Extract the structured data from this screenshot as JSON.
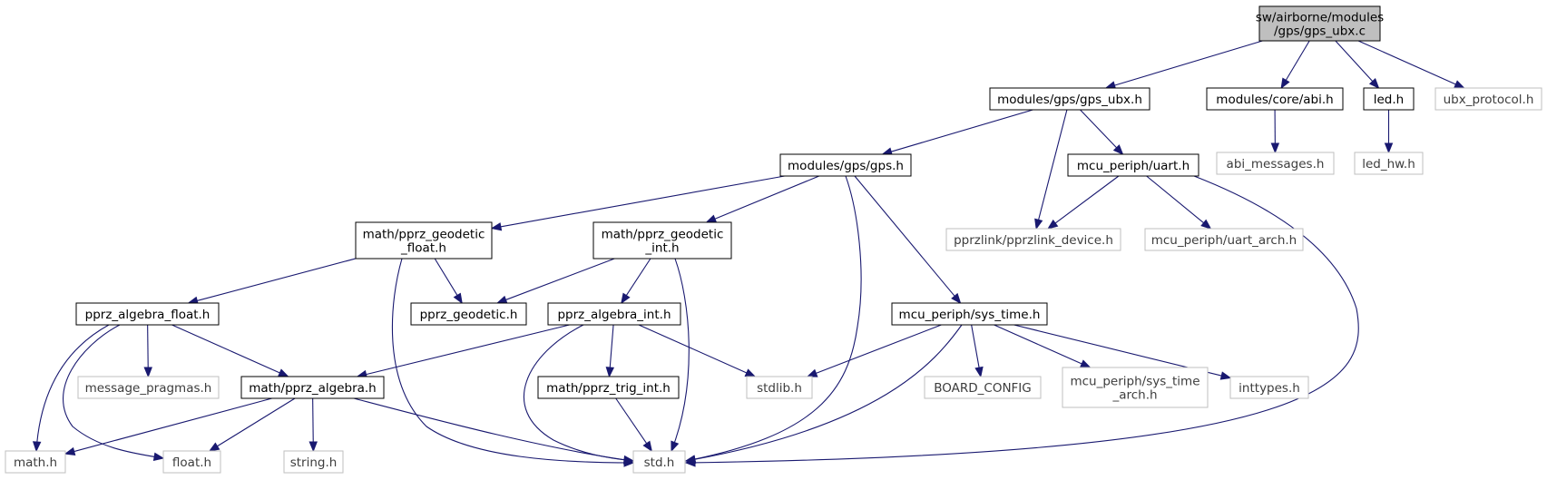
{
  "diagram": {
    "nodes": [
      {
        "id": "gps_ubx_c",
        "lines": [
          "sw/airborne/modules",
          "/gps/gps_ubx.c"
        ],
        "kind": "root"
      },
      {
        "id": "gps_ubx_h",
        "lines": [
          "modules/gps/gps_ubx.h"
        ],
        "kind": "doc"
      },
      {
        "id": "abi_h",
        "lines": [
          "modules/core/abi.h"
        ],
        "kind": "doc"
      },
      {
        "id": "led_h",
        "lines": [
          "led.h"
        ],
        "kind": "doc"
      },
      {
        "id": "ubx_protocol_h",
        "lines": [
          "ubx_protocol.h"
        ],
        "kind": "ext"
      },
      {
        "id": "abi_messages_h",
        "lines": [
          "abi_messages.h"
        ],
        "kind": "ext"
      },
      {
        "id": "led_hw_h",
        "lines": [
          "led_hw.h"
        ],
        "kind": "ext"
      },
      {
        "id": "gps_h",
        "lines": [
          "modules/gps/gps.h"
        ],
        "kind": "doc"
      },
      {
        "id": "uart_h",
        "lines": [
          "mcu_periph/uart.h"
        ],
        "kind": "doc"
      },
      {
        "id": "pprzlink_device_h",
        "lines": [
          "pprzlink/pprzlink_device.h"
        ],
        "kind": "ext"
      },
      {
        "id": "uart_arch_h",
        "lines": [
          "mcu_periph/uart_arch.h"
        ],
        "kind": "ext"
      },
      {
        "id": "geodetic_float_h",
        "lines": [
          "math/pprz_geodetic",
          "_float.h"
        ],
        "kind": "doc"
      },
      {
        "id": "geodetic_int_h",
        "lines": [
          "math/pprz_geodetic",
          "_int.h"
        ],
        "kind": "doc"
      },
      {
        "id": "algebra_float_h",
        "lines": [
          "pprz_algebra_float.h"
        ],
        "kind": "doc"
      },
      {
        "id": "geodetic_h",
        "lines": [
          "pprz_geodetic.h"
        ],
        "kind": "doc"
      },
      {
        "id": "algebra_int_h",
        "lines": [
          "pprz_algebra_int.h"
        ],
        "kind": "doc"
      },
      {
        "id": "sys_time_h",
        "lines": [
          "mcu_periph/sys_time.h"
        ],
        "kind": "doc"
      },
      {
        "id": "message_pragmas_h",
        "lines": [
          "message_pragmas.h"
        ],
        "kind": "ext"
      },
      {
        "id": "algebra_h",
        "lines": [
          "math/pprz_algebra.h"
        ],
        "kind": "doc"
      },
      {
        "id": "trig_int_h",
        "lines": [
          "math/pprz_trig_int.h"
        ],
        "kind": "doc"
      },
      {
        "id": "stdlib_h",
        "lines": [
          "stdlib.h"
        ],
        "kind": "ext"
      },
      {
        "id": "board_config",
        "lines": [
          "BOARD_CONFIG"
        ],
        "kind": "ext"
      },
      {
        "id": "sys_time_arch_h",
        "lines": [
          "mcu_periph/sys_time",
          "_arch.h"
        ],
        "kind": "ext"
      },
      {
        "id": "inttypes_h",
        "lines": [
          "inttypes.h"
        ],
        "kind": "ext"
      },
      {
        "id": "math_h",
        "lines": [
          "math.h"
        ],
        "kind": "ext"
      },
      {
        "id": "float_h",
        "lines": [
          "float.h"
        ],
        "kind": "ext"
      },
      {
        "id": "string_h",
        "lines": [
          "string.h"
        ],
        "kind": "ext"
      },
      {
        "id": "std_h",
        "lines": [
          "std.h"
        ],
        "kind": "ext"
      }
    ],
    "edges": [
      {
        "from": "gps_ubx_c",
        "to": "gps_ubx_h"
      },
      {
        "from": "gps_ubx_c",
        "to": "abi_h"
      },
      {
        "from": "gps_ubx_c",
        "to": "led_h"
      },
      {
        "from": "gps_ubx_c",
        "to": "ubx_protocol_h"
      },
      {
        "from": "abi_h",
        "to": "abi_messages_h"
      },
      {
        "from": "led_h",
        "to": "led_hw_h"
      },
      {
        "from": "gps_ubx_h",
        "to": "gps_h"
      },
      {
        "from": "gps_ubx_h",
        "to": "pprzlink_device_h"
      },
      {
        "from": "gps_ubx_h",
        "to": "uart_h"
      },
      {
        "from": "uart_h",
        "to": "pprzlink_device_h"
      },
      {
        "from": "uart_h",
        "to": "uart_arch_h"
      },
      {
        "from": "uart_h",
        "to": "std_h"
      },
      {
        "from": "gps_h",
        "to": "geodetic_float_h"
      },
      {
        "from": "gps_h",
        "to": "geodetic_int_h"
      },
      {
        "from": "gps_h",
        "to": "std_h"
      },
      {
        "from": "gps_h",
        "to": "sys_time_h"
      },
      {
        "from": "geodetic_float_h",
        "to": "algebra_float_h"
      },
      {
        "from": "geodetic_float_h",
        "to": "geodetic_h"
      },
      {
        "from": "geodetic_float_h",
        "to": "std_h"
      },
      {
        "from": "geodetic_int_h",
        "to": "geodetic_h"
      },
      {
        "from": "geodetic_int_h",
        "to": "algebra_int_h"
      },
      {
        "from": "geodetic_int_h",
        "to": "std_h"
      },
      {
        "from": "algebra_float_h",
        "to": "math_h"
      },
      {
        "from": "algebra_float_h",
        "to": "float_h"
      },
      {
        "from": "algebra_float_h",
        "to": "message_pragmas_h"
      },
      {
        "from": "algebra_float_h",
        "to": "algebra_h"
      },
      {
        "from": "algebra_int_h",
        "to": "algebra_h"
      },
      {
        "from": "algebra_int_h",
        "to": "std_h"
      },
      {
        "from": "algebra_int_h",
        "to": "trig_int_h"
      },
      {
        "from": "algebra_int_h",
        "to": "stdlib_h"
      },
      {
        "from": "sys_time_h",
        "to": "stdlib_h"
      },
      {
        "from": "sys_time_h",
        "to": "std_h"
      },
      {
        "from": "sys_time_h",
        "to": "board_config"
      },
      {
        "from": "sys_time_h",
        "to": "sys_time_arch_h"
      },
      {
        "from": "sys_time_h",
        "to": "inttypes_h"
      },
      {
        "from": "algebra_h",
        "to": "math_h"
      },
      {
        "from": "algebra_h",
        "to": "float_h"
      },
      {
        "from": "algebra_h",
        "to": "string_h"
      },
      {
        "from": "algebra_h",
        "to": "std_h"
      },
      {
        "from": "trig_int_h",
        "to": "std_h"
      }
    ],
    "colors": {
      "edge": "#191970",
      "documented_border": "#000000",
      "external_border": "#bfbfbf",
      "root_fill": "#bfbfbf"
    }
  }
}
